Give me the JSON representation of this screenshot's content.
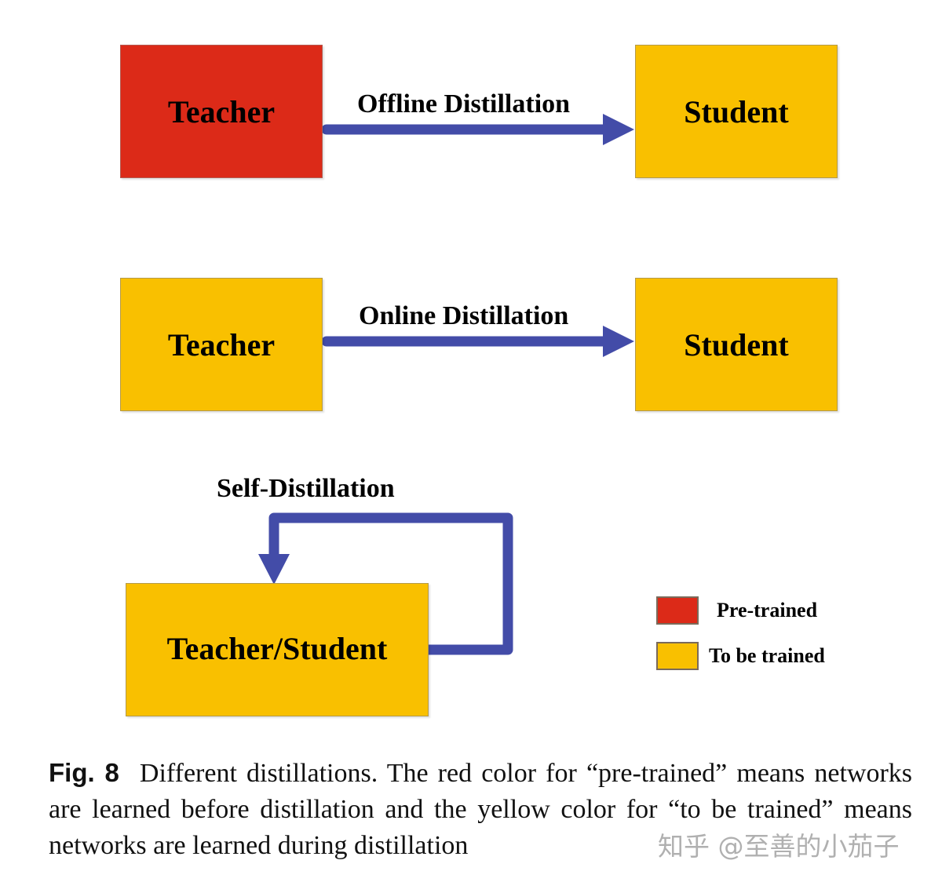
{
  "diagram": {
    "rows": [
      {
        "name": "offline",
        "teacher": {
          "label": "Teacher",
          "color": "#dc2a18"
        },
        "arrow_label": "Offline Distillation",
        "student": {
          "label": "Student",
          "color": "#f9c000"
        }
      },
      {
        "name": "online",
        "teacher": {
          "label": "Teacher",
          "color": "#f9c000"
        },
        "arrow_label": "Online Distillation",
        "student": {
          "label": "Student",
          "color": "#f9c000"
        }
      },
      {
        "name": "self",
        "node": {
          "label": "Teacher/Student",
          "color": "#f9c000"
        },
        "arrow_label": "Self-Distillation"
      }
    ],
    "arrow_color": "#434ca8",
    "legend": [
      {
        "label": "Pre-trained",
        "color": "#dc2a18"
      },
      {
        "label": "To be trained",
        "color": "#f9c000"
      }
    ]
  },
  "caption": {
    "fig_label": "Fig. 8",
    "text": "Different distillations. The red color for “pre-trained” means networks are learned before distillation and the yellow color for “to be trained” means networks are learned during distillation"
  },
  "watermark": "知乎 @至善的小茄子"
}
